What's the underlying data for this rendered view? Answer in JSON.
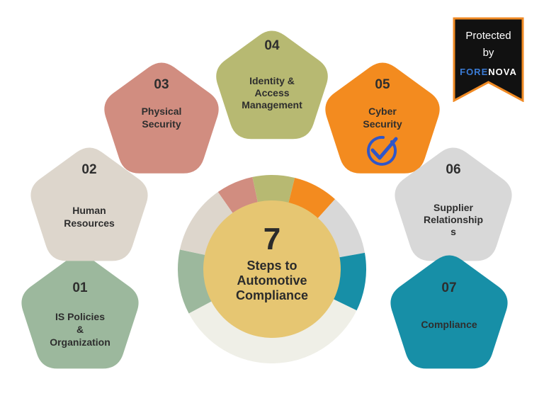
{
  "center": {
    "number": "7",
    "line1": "Steps to",
    "line2": "Automotive",
    "line3": "Compliance"
  },
  "steps": [
    {
      "number": "01",
      "lines": [
        "IS Policies",
        "&",
        "Organization"
      ],
      "color": "#9cb89d"
    },
    {
      "number": "02",
      "lines": [
        "Human",
        "Resources"
      ],
      "color": "#ddd6cc"
    },
    {
      "number": "03",
      "lines": [
        "Physical",
        "Security"
      ],
      "color": "#d18d80"
    },
    {
      "number": "04",
      "lines": [
        "Identity &",
        "Access",
        "Management"
      ],
      "color": "#b7b972"
    },
    {
      "number": "05",
      "lines": [
        "Cyber",
        "Security"
      ],
      "color": "#f38b1f"
    },
    {
      "number": "06",
      "lines": [
        "Supplier",
        "Relationship",
        "s"
      ],
      "color": "#d8d8d8"
    },
    {
      "number": "07",
      "lines": [
        "Compliance"
      ],
      "color": "#178fa7"
    }
  ],
  "checkmark_icon": "check-circle-icon",
  "colors": {
    "center_fill": "#e6c672",
    "ring_bottom": "#efefe7",
    "check": "#2f56c9"
  },
  "badge": {
    "line1": "Protected",
    "line2": "by",
    "brand_part1": "FORE",
    "brand_part2": "NOVA",
    "background": "#111111",
    "border": "#f08a24"
  }
}
